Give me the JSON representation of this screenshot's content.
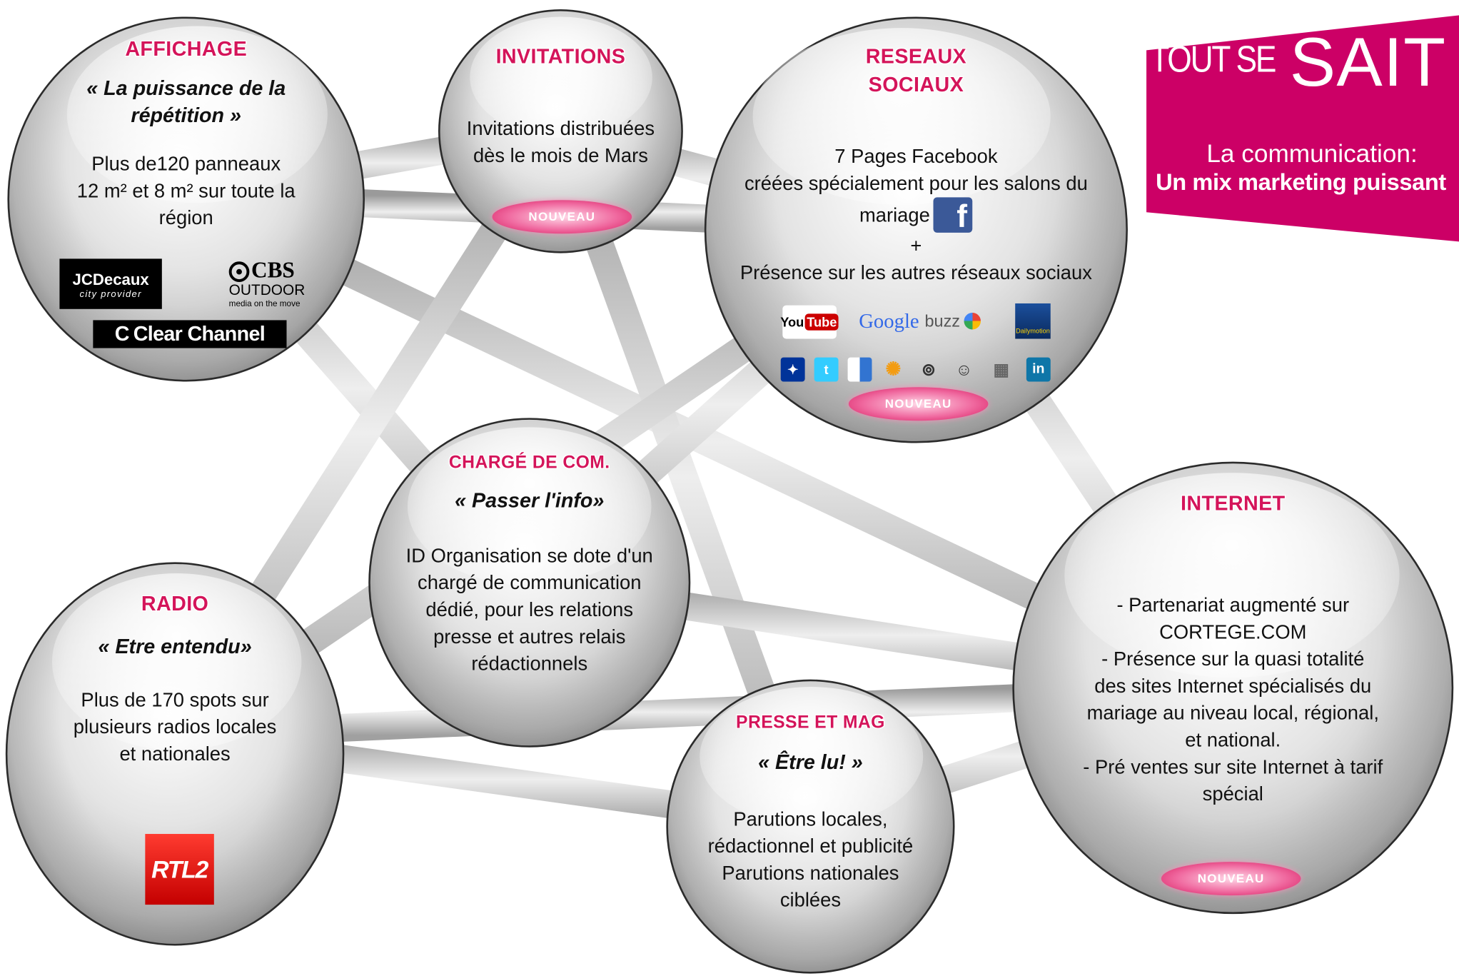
{
  "banner": {
    "brand_small": "TOUT SE",
    "brand_big": "SAIT",
    "line1": "La communication:",
    "line2": "Un mix marketing puissant",
    "color": "#cc0066"
  },
  "nodes": {
    "affichage": {
      "title": "AFFICHAGE",
      "subtitle": [
        "« La puissance de la",
        "répétition »"
      ],
      "body": [
        "Plus de120 panneaux",
        "12 m² et 8 m² sur toute la",
        "région"
      ],
      "logos": {
        "jcdecaux": "JCDecaux",
        "jcdecaux_sub": "city provider",
        "cbs": "CBS",
        "cbs_line": "OUTDOOR",
        "cbs_sub": "media on the move",
        "clearchannel": "Clear Channel"
      }
    },
    "invitations": {
      "title": "INVITATIONS",
      "body": [
        "Invitations distribuées",
        "dès le mois de Mars"
      ],
      "badge": "NOUVEAU"
    },
    "reseaux": {
      "title": [
        "RESEAUX",
        "SOCIAUX"
      ],
      "body": [
        "7 Pages Facebook",
        "créées spécialement pour les salons du",
        "mariage",
        "+",
        "Présence sur les autres réseaux sociaux"
      ],
      "badge": "NOUVEAU",
      "logos": {
        "youtube_1": "You",
        "youtube_2": "Tube",
        "google": "Google",
        "buzz": "buzz",
        "dailymotion": "Dailymotion",
        "facebook": "f"
      },
      "icons": [
        "myspace-icon",
        "twitter-icon",
        "delicious-icon",
        "netvibes-icon",
        "blogger-icon",
        "reddit-icon",
        "share-icon",
        "linkedin-icon"
      ]
    },
    "charge": {
      "title": "CHARGÉ DE COM.",
      "subtitle": "« Passer l'info»",
      "body": [
        "ID Organisation se dote d'un",
        "chargé de communication",
        "dédié, pour les relations",
        "presse  et autres relais",
        "rédactionnels"
      ]
    },
    "internet": {
      "title": "INTERNET",
      "body": [
        "- Partenariat augmenté sur",
        "CORTEGE.COM",
        "- Présence sur la quasi totalité",
        "des sites Internet spécialisés du",
        "mariage au niveau local, régional,",
        "et national.",
        "- Pré ventes sur site Internet à tarif",
        "spécial"
      ],
      "badge": "NOUVEAU"
    },
    "radio": {
      "title": "RADIO",
      "subtitle": "« Etre entendu»",
      "body": [
        "Plus de 170 spots sur",
        "plusieurs radios locales",
        "et nationales"
      ],
      "logo": "RTL2"
    },
    "presse": {
      "title": "PRESSE ET MAG",
      "subtitle": "« Être lu! »",
      "body": [
        "Parutions locales,",
        "rédactionnel et publicité",
        "Parutions nationales",
        "ciblées"
      ]
    }
  },
  "colors": {
    "accent": "#d4145a",
    "badge": "#e8488a",
    "connector": "#d0d0d0"
  }
}
